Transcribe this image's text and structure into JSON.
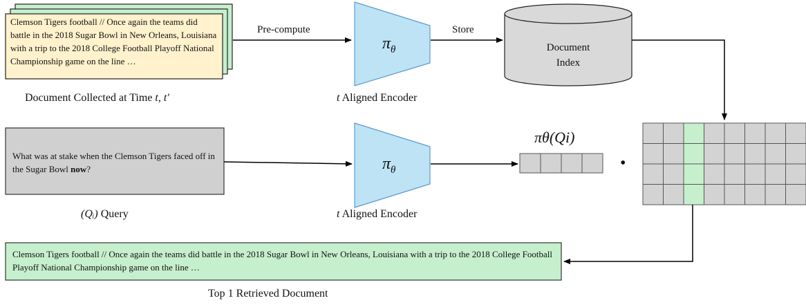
{
  "document": {
    "text": "Clemson Tigers football // Once again the teams did battle in the 2018 Sugar Bowl in New Orleans, Louisiana with a trip to the 2018 College Football Playoff National Championship game on the line …",
    "caption_prefix": "Document Collected at Time ",
    "caption_math": "t, t′"
  },
  "arrows": {
    "precompute_label": "Pre-compute",
    "store_label": "Store"
  },
  "encoder": {
    "symbol": "π",
    "subscript": "θ",
    "caption_var": "t",
    "caption_text": " Aligned Encoder"
  },
  "index": {
    "line1": "Document",
    "line2": "Index"
  },
  "query": {
    "text_before": "What was at stake when the Clemson Tigers faced off in the Sugar Bowl ",
    "text_bold": "now",
    "text_after": "?",
    "caption_math": "(Qᵢ)",
    "caption_text": " Query"
  },
  "query_embedding": {
    "label": "πθ(Qi)",
    "cells": 4
  },
  "dot": "•",
  "matrix": {
    "rows": 4,
    "cols": 8,
    "highlight_col": 2
  },
  "result": {
    "text": "Clemson Tigers football // Once again the teams did battle in the 2018 Sugar Bowl in New Orleans, Louisiana with a trip to the 2018 College Football Playoff National Championship game on the line …",
    "caption": "Top 1 Retrieved Document"
  },
  "colors": {
    "doc_fill": "#FFF2CC",
    "doc_stack_fill": "#C6EFCE",
    "encoder_fill": "#BDE3F4",
    "encoder_stroke": "#5B9BD5",
    "index_fill": "#D9D9D9",
    "query_fill": "#D0D0D0",
    "cell_fill": "#D3D3D3",
    "highlight_fill": "#C6EFCE",
    "result_fill": "#C6EFCE"
  }
}
